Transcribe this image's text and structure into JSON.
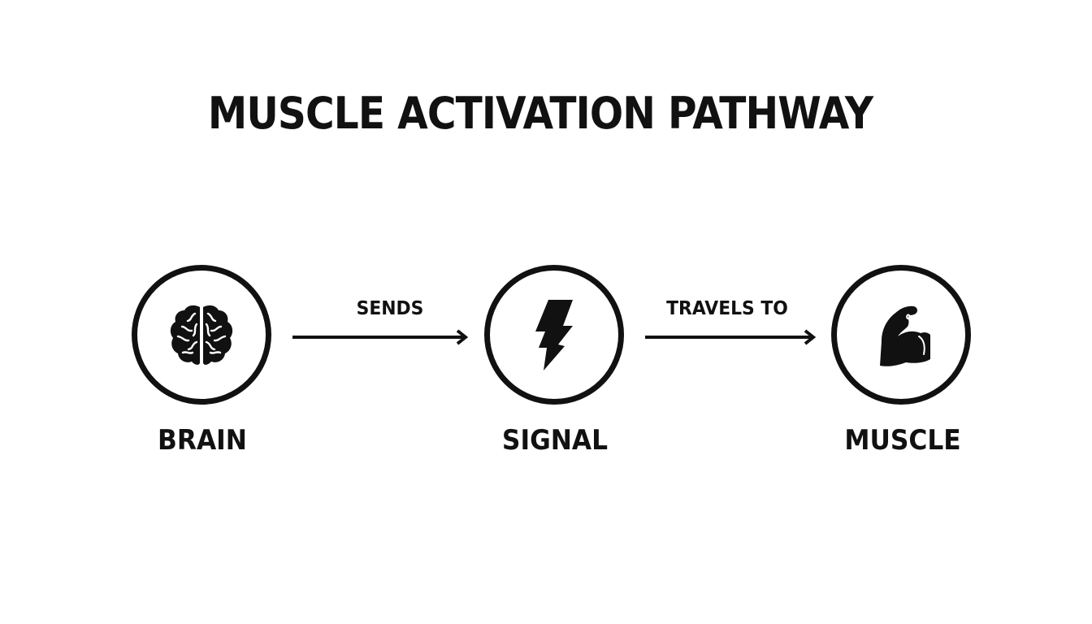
{
  "title": "MUSCLE ACTIVATION PATHWAY",
  "nodes": [
    {
      "label": "BRAIN",
      "icon": "brain-icon"
    },
    {
      "label": "SIGNAL",
      "icon": "lightning-bolt-icon"
    },
    {
      "label": "MUSCLE",
      "icon": "flexed-bicep-icon"
    }
  ],
  "edges": [
    {
      "label": "SENDS"
    },
    {
      "label": "TRAVELS TO"
    }
  ],
  "colors": {
    "ink": "#111111",
    "background": "#ffffff"
  }
}
